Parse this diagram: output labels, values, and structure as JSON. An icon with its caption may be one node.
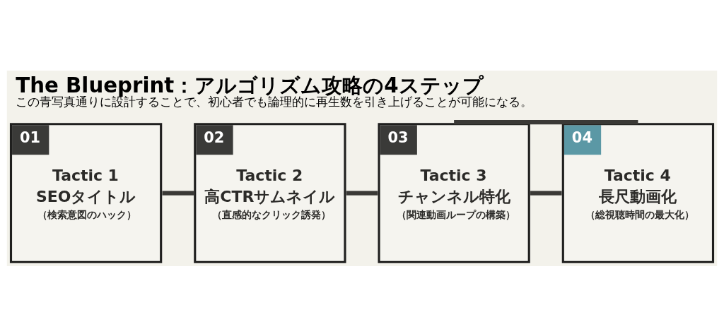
{
  "diagram": {
    "title": "The Blueprint：アルゴリズム攻略の4ステップ",
    "caption": "この青写真通りに設計することで、初心者でも論理的に再生数を引き上げることが可能になる。",
    "nodes": [
      {
        "text": [
          "01",
          "Tactic 1",
          "SEOタイトル",
          "（検索意図のハック）"
        ]
      },
      {
        "text": [
          "02",
          "Tactic 2",
          "高CTRサムネイル",
          "（直感的なクリック誘発）"
        ]
      },
      {
        "text": [
          "03",
          "Tactic 3",
          "チャンネル特化",
          "（関連動画ループの構築）"
        ]
      },
      {
        "text": [
          "04",
          "Tactic 4",
          "長尺動画化",
          "（総視聴時間の最大化）"
        ]
      }
    ],
    "edges": [
      {
        "from": 0,
        "to": 1,
        "arrow": "none"
      },
      {
        "from": 1,
        "to": 2,
        "arrow": "none"
      },
      {
        "from": 2,
        "to": 3,
        "arrow": "none"
      },
      {
        "from": 2,
        "to": 3,
        "arrow": "none"
      }
    ]
  }
}
